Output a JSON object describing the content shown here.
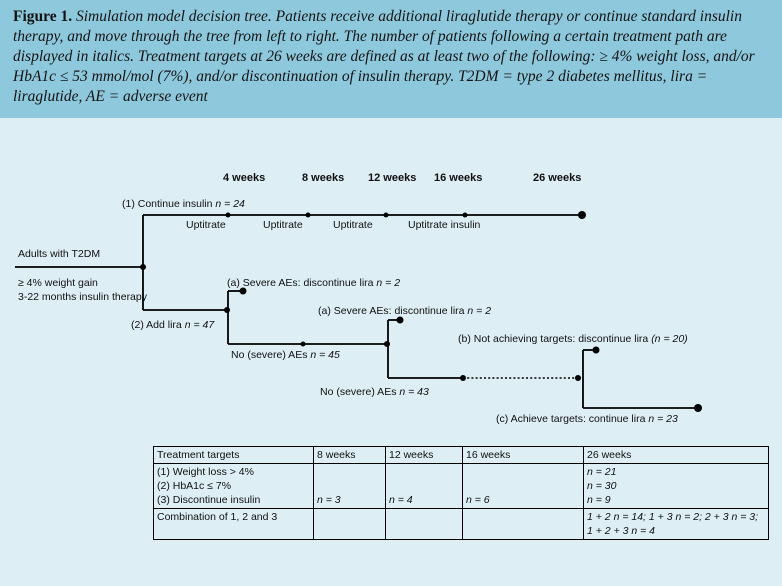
{
  "caption": {
    "prefix": "Figure 1.",
    "body": " Simulation model decision tree. Patients receive additional liraglutide therapy or continue standard insulin therapy, and move through the tree from left to right. The number of patients following a certain treatment path are displayed in italics. Treatment targets at 26 weeks are defined as at least two of the following: ≥ 4% weight loss, and/or HbA1c ≤ 53 mmol/mol (7%), and/or discontinuation of insulin therapy. T2DM = type 2 diabetes mellitus, lira = liraglutide, AE = adverse event"
  },
  "colors": {
    "caption_bg": "#8ec8dc",
    "page_bg": "#ddeef5",
    "line": "#000000",
    "text": "#111111"
  },
  "timeline": {
    "labels": [
      "4 weeks",
      "8 weeks",
      "12 weeks",
      "16 weeks",
      "26 weeks"
    ]
  },
  "tree": {
    "population": {
      "title": "Adults with T2DM",
      "criteria": [
        "≥ 4% weight gain",
        "3-22 months insulin therapy"
      ]
    },
    "branch1": {
      "label": "(1) Continue insulin ",
      "n": "n = 24",
      "segments": [
        "Uptitrate",
        "Uptitrate",
        "Uptitrate",
        "Uptitrate insulin"
      ]
    },
    "branch2": {
      "label": "(2) Add lira ",
      "n": "n = 47"
    },
    "severe_ae_4wk": {
      "label": "(a) Severe AEs: discontinue lira ",
      "n": "n = 2"
    },
    "no_ae_4wk": {
      "label": "No (severe) AEs ",
      "n": "n = 45"
    },
    "severe_ae_12wk": {
      "label": "(a) Severe AEs: discontinue lira ",
      "n": "n = 2"
    },
    "no_ae_12wk": {
      "label": "No (severe) AEs ",
      "n": "n = 43"
    },
    "outcome_b": {
      "label": "(b) Not achieving targets: discontinue lira ",
      "n": "(n = 20)"
    },
    "outcome_c": {
      "label": "(c) Achieve targets: continue lira ",
      "n": "n = 23"
    }
  },
  "table": {
    "headers": [
      "Treatment targets",
      "8 weeks",
      "12 weeks",
      "16 weeks",
      "26 weeks"
    ],
    "row1": {
      "targets": [
        "(1) Weight loss > 4%",
        "(2) HbA1c ≤ 7%",
        "(3) Discontinue insulin"
      ],
      "wk8": "n = 3",
      "wk12": "n = 4",
      "wk16": "n = 6",
      "wk26": [
        "n = 21",
        "n = 30",
        "n = 9"
      ]
    },
    "row2": {
      "label": "Combination of 1, 2 and 3",
      "wk26": [
        "1 + 2 n = 14; 1 + 3 n = 2; 2 + 3 n = 3;",
        "1 + 2 + 3 n = 4"
      ]
    }
  }
}
